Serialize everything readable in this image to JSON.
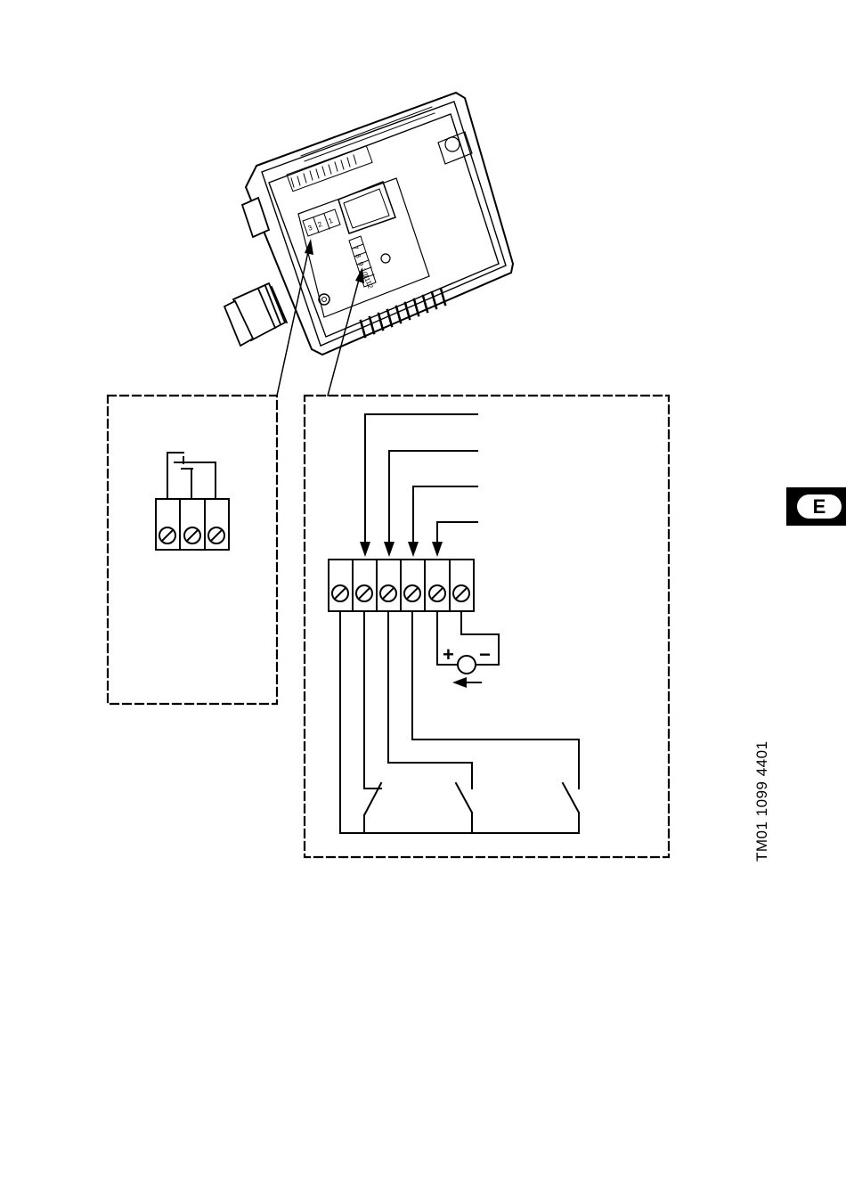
{
  "page": {
    "section_tab": "E",
    "drawing_code": "TM01 1099 4401"
  },
  "module": {
    "relay_terminal_numbers": [
      "3",
      "2",
      "1"
    ],
    "input_terminal_numbers": [
      "7",
      "8",
      "9",
      "10",
      "11",
      "12"
    ]
  },
  "wiring": {
    "plus_sign": "+",
    "minus_sign": "−"
  },
  "icons": [
    "screw-terminal-icon",
    "relay-contact-icon",
    "switch-contact-icon",
    "sensor-icon",
    "arrow-icon"
  ]
}
